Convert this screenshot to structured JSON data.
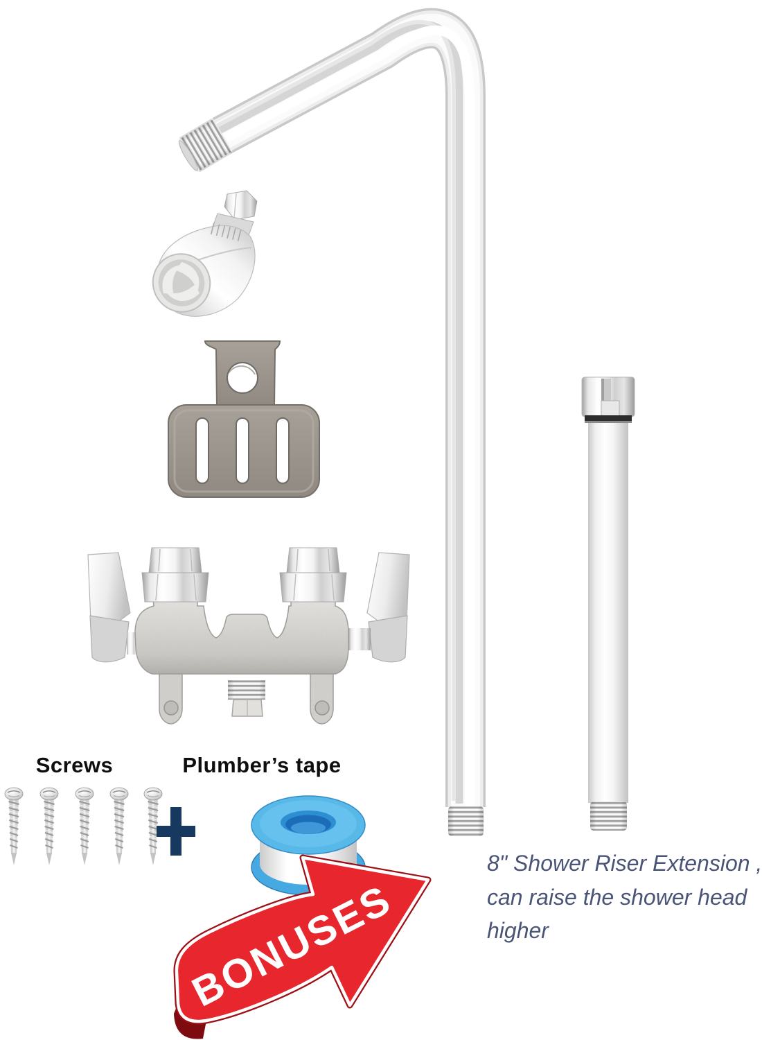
{
  "product_labels": {
    "screws": "Screws",
    "plumbers_tape": "Plumber’s tape",
    "plus_sign": "+",
    "bonus_ribbon": "BONUSES"
  },
  "caption": {
    "line1": "8\" Shower Riser Extension ,",
    "line2": "can raise the shower head",
    "line3": "higher"
  },
  "counts": {
    "screws": 5
  },
  "parts_shown": [
    "curved shower riser gooseneck pipe",
    "chrome shower head",
    "wall mounting bracket",
    "twin-handle shower valve faucet",
    "screws",
    "plumbers tape roll",
    "8 inch shower riser extension pipe"
  ],
  "colors": {
    "background": "#ffffff",
    "arrow_red": "#e8262d",
    "arrow_border": "#9d0f16",
    "bonus_text": "#ffffff",
    "tape_blue": "#58b9e9",
    "tape_hole_blue": "#1c6db8",
    "plus_navy": "#17395f",
    "caption_text": "#4a5476",
    "label_text": "#0e0e0e",
    "chrome_light": "#fbfbfb",
    "chrome_dark": "#c8c8c8",
    "bracket_gray": "#9c968d"
  }
}
